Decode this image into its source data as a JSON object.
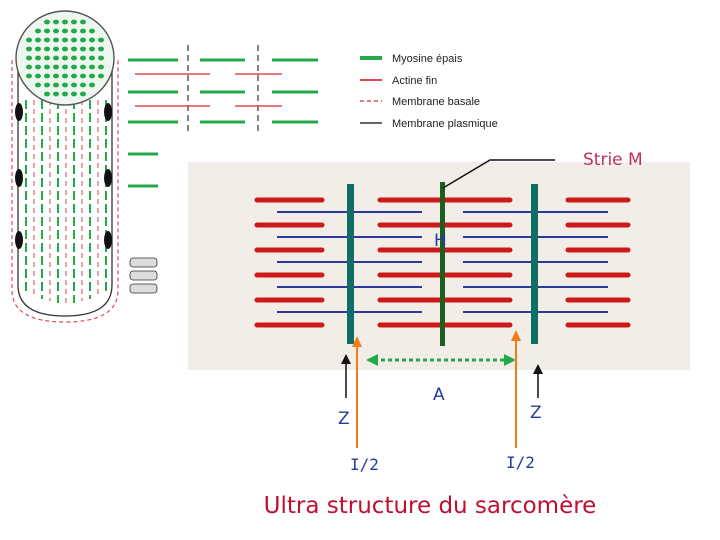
{
  "legend": {
    "items": [
      {
        "label": "Myosine épais",
        "color": "#22a94a",
        "style": "thick"
      },
      {
        "label": "Actine fin",
        "color": "#e04a55",
        "style": "solid"
      },
      {
        "label": "Membrane basale",
        "color": "#e04a55",
        "style": "dashed"
      },
      {
        "label": "Membrane plasmique",
        "color": "#333333",
        "style": "solid"
      }
    ]
  },
  "labels": {
    "strie_m": "Strie M",
    "h": "H",
    "a": "A",
    "z_left": "Z",
    "z_right": "Z",
    "i2_left": "I/2",
    "i2_right": "I/2"
  },
  "title": "Ultra structure du sarcomère",
  "colors": {
    "myosin_green": "#22a94a",
    "actin_red": "#cc1a1a",
    "thin_blue": "#2a3a9a",
    "z_disc": "#0f6e66",
    "m_line": "#1b5e20",
    "arrow_orange": "#f07c1e",
    "title_red": "#c01030",
    "panel_bg": "#f3ede8"
  },
  "icons": [
    "fiber-cylinder-icon",
    "nucleus-icon",
    "dots-cluster-icon"
  ]
}
